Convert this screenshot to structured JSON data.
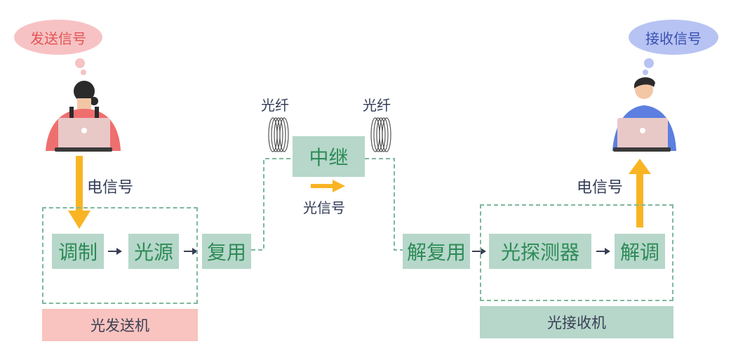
{
  "sender": {
    "bubble": "发送信号"
  },
  "receiver": {
    "bubble": "接收信号"
  },
  "labels": {
    "elec_left": "电信号",
    "elec_right": "电信号",
    "fiber_left": "光纤",
    "fiber_right": "光纤",
    "optical_signal": "光信号"
  },
  "nodes": {
    "modulate": "调制",
    "light_source": "光源",
    "multiplex": "复用",
    "repeater": "中继",
    "demultiplex": "解复用",
    "photodetector": "光探测器",
    "demodulate": "解调"
  },
  "groups": {
    "transmitter": "光发送机",
    "receiver": "光接收机"
  },
  "colors": {
    "node_fill": "#b6d7ca",
    "node_text": "#2e8b57",
    "arrow": "#f9b424",
    "transmitter_bar": "#f9c3bf",
    "receiver_bar": "#b6d7ca",
    "sender_bubble": "#f7c2c4",
    "receiver_bubble": "#b7c3f3"
  }
}
